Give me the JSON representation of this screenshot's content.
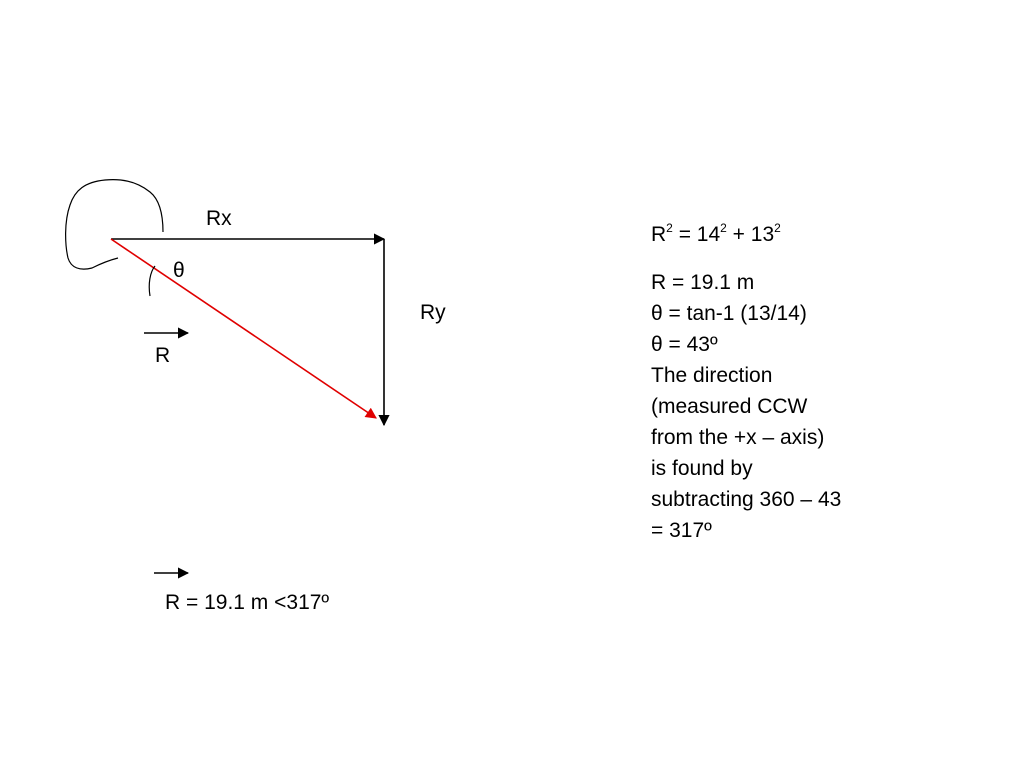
{
  "diagram": {
    "labels": {
      "rx": "Rx",
      "ry": "Ry",
      "theta": "θ",
      "r": "R"
    },
    "colors": {
      "resultant": "#e00000",
      "components": "#000000"
    }
  },
  "equations": {
    "first": {
      "base1": "R",
      "exp1": "2",
      "mid1": " = 14",
      "exp2": "2",
      "mid2": " + 13",
      "exp3": "2"
    },
    "lines": [
      "R = 19.1 m",
      "θ = tan-1 (13/14)",
      "θ = 43º",
      "The direction",
      "(measured CCW",
      "from the +x – axis)",
      "is found by",
      "subtracting 360 – 43",
      "= 317º"
    ]
  },
  "result": {
    "text": "R = 19.1 m <317º"
  }
}
